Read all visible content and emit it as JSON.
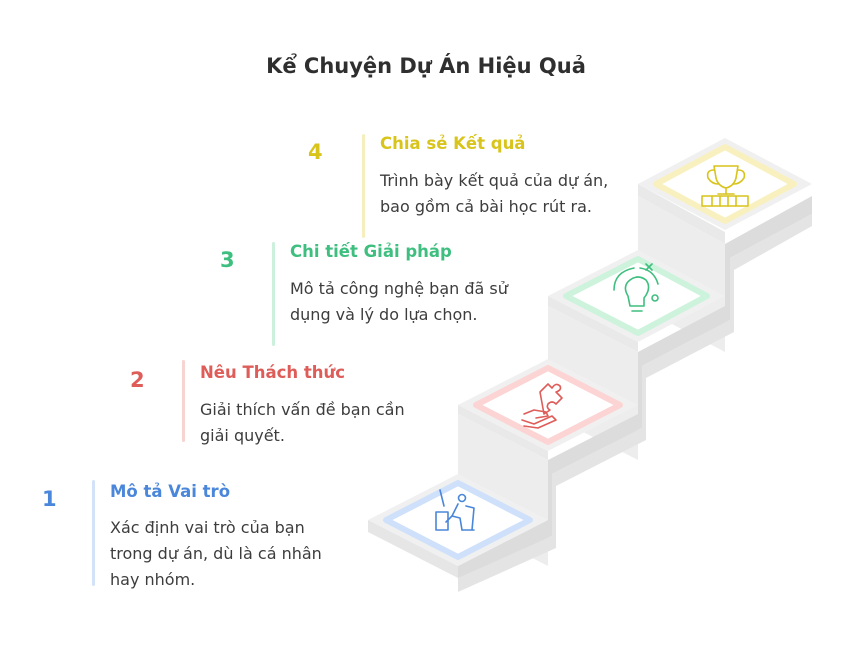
{
  "title": "Kể Chuyện Dự Án Hiệu Quả",
  "steps": [
    {
      "number": "1",
      "heading": "Mô tả Vai trò",
      "description": "Xác định vai trò của bạn trong dự án, dù là cá nhân hay nhóm.",
      "color": "#4a86d9",
      "icon": "person-at-desk-icon"
    },
    {
      "number": "2",
      "heading": "Nêu Thách thức",
      "description": "Giải thích vấn đề bạn cần giải quyết.",
      "color": "#de5d59",
      "icon": "hand-puzzle-icon"
    },
    {
      "number": "3",
      "heading": "Chi tiết Giải pháp",
      "description": "Mô tả công nghệ bạn đã sử dụng và lý do lựa chọn.",
      "color": "#3fbf7f",
      "icon": "lightbulb-icon"
    },
    {
      "number": "4",
      "heading": "Chia sẻ Kết quả",
      "description": "Trình bày kết quả của dự án, bao gồm cả bài học rút ra.",
      "color": "#d9c41c",
      "icon": "trophy-icon"
    }
  ]
}
